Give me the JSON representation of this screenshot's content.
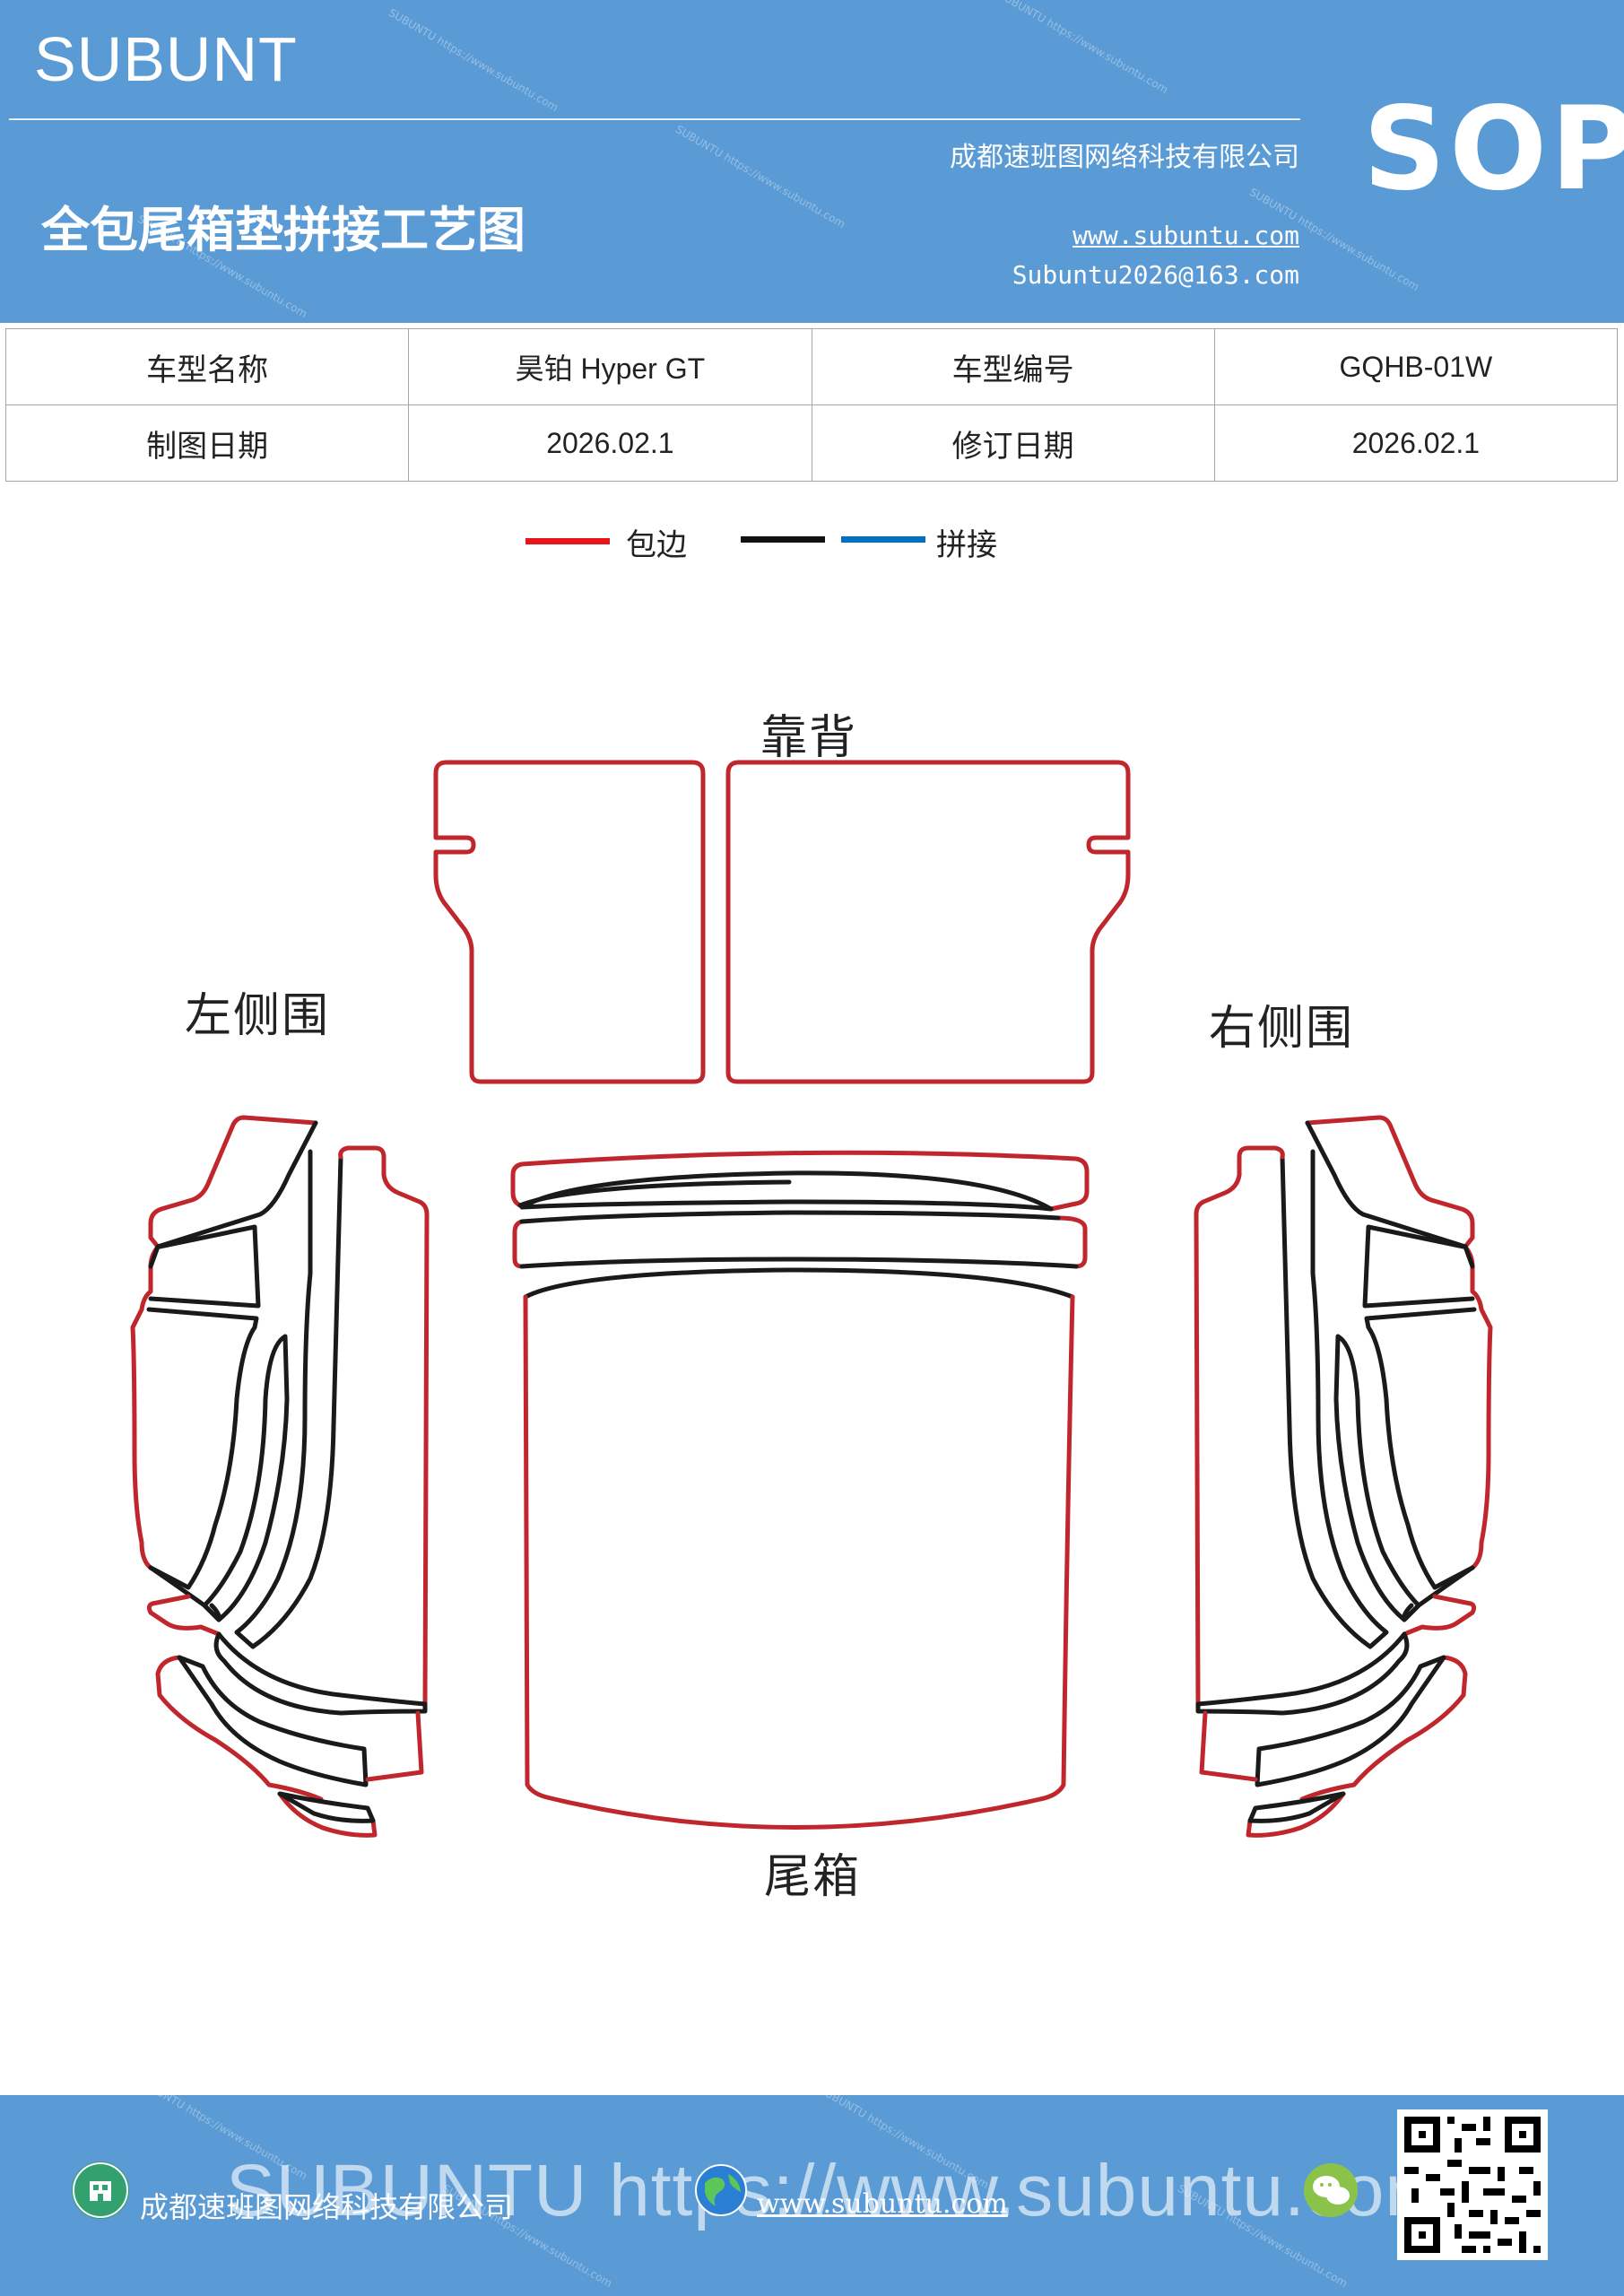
{
  "header": {
    "brand": "SUBUNT",
    "title": "全包尾箱垫拼接工艺图",
    "company": "成都速班图网络科技有限公司",
    "website": "www.subuntu.com",
    "email": "Subuntu2026@163.com",
    "doc_type": "SOP",
    "watermark": "SUBUNTU https://www.subuntu.com"
  },
  "info_table": {
    "rows": [
      [
        "车型名称",
        "昊铂 Hyper  GT",
        "车型编号",
        "GQHB-01W"
      ],
      [
        "制图日期",
        "2026.02.1",
        "修订日期",
        "2026.02.1"
      ]
    ]
  },
  "legend": {
    "items": [
      {
        "label": "包边",
        "color": "#e8141c"
      },
      {
        "label": "",
        "color": "#111111"
      },
      {
        "label": "拼接",
        "color": "#0070c0"
      }
    ]
  },
  "diagram": {
    "colors": {
      "edge": "#c0272d",
      "seam": "#1a1a1a"
    },
    "labels": {
      "backrest": "靠背",
      "left_side": "左侧围",
      "right_side": "右侧围",
      "trunk": "尾箱"
    }
  },
  "footer": {
    "company": "成都速班图网络科技有限公司",
    "website": "www.subuntu.com",
    "watermark_large": "SUBUNTU https://www.subuntu.com",
    "icons": [
      "building-icon",
      "globe-icon",
      "wechat-icon",
      "qr-code"
    ]
  }
}
